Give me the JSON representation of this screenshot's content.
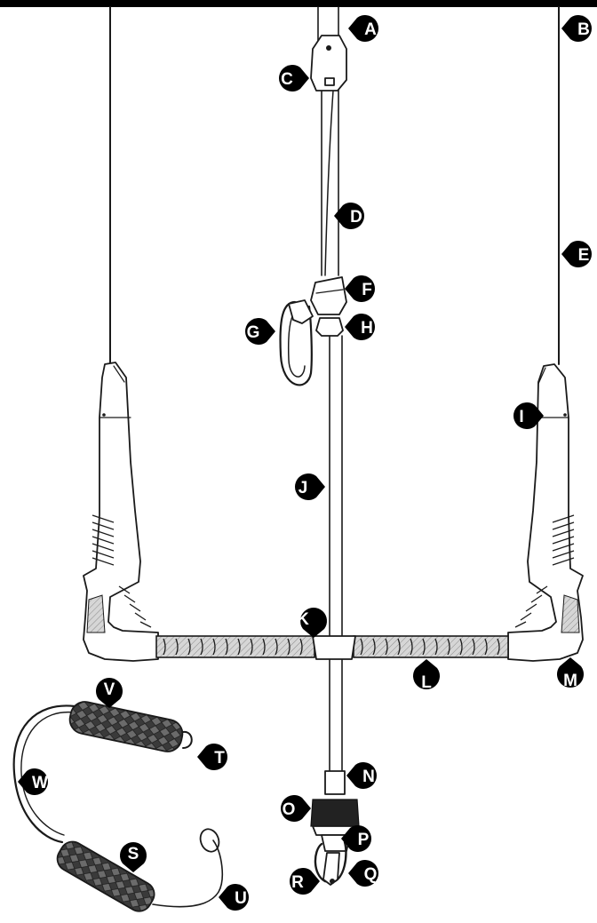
{
  "colors": {
    "ink": "#1a1a1a",
    "callout_fill": "#000000",
    "callout_text": "#ffffff",
    "grip": "#b5b5b5"
  },
  "callouts": {
    "a": "A",
    "b": "B",
    "c": "C",
    "d": "D",
    "e": "E",
    "f": "F",
    "g": "G",
    "h": "H",
    "i": "I",
    "j": "J",
    "k": "K",
    "l": "L",
    "m": "M",
    "n": "N",
    "o": "O",
    "p": "P",
    "q": "Q",
    "r": "R",
    "s": "S",
    "t": "T",
    "u": "U",
    "v": "V",
    "w": "W"
  }
}
